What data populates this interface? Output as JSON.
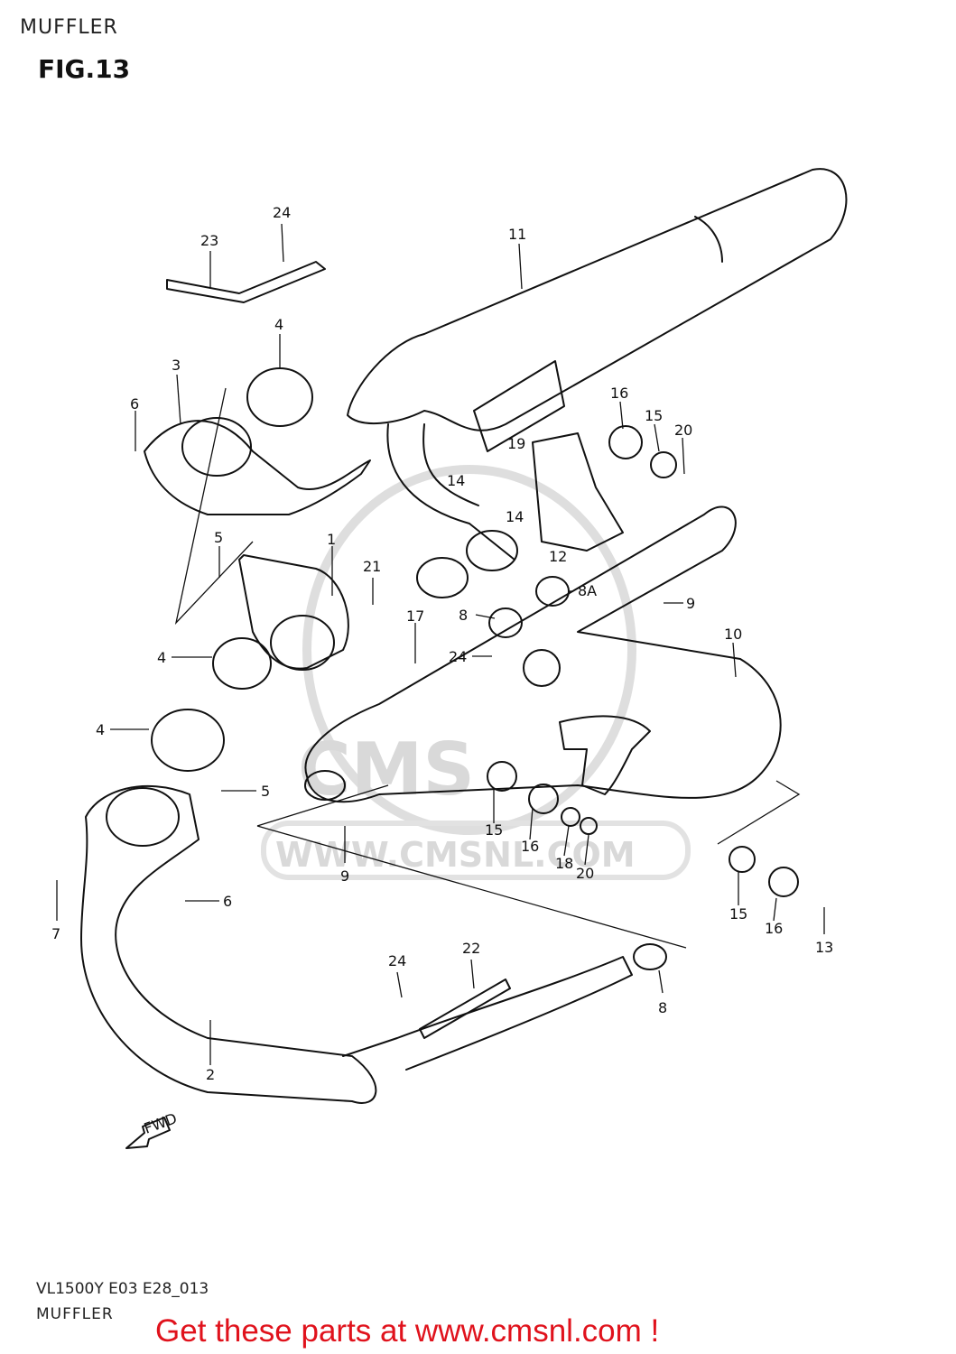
{
  "header": {
    "section_title": "MUFFLER",
    "figure_label": "FIG.13"
  },
  "watermark": {
    "brand": "CMS",
    "url": "WWW.CMSNL.COM"
  },
  "direction_marker": {
    "label": "FWD"
  },
  "footer": {
    "model_code": "VL1500Y E03 E28_013",
    "section_title": "MUFFLER",
    "call_to_action": "Get these parts at www.cmsnl.com !"
  },
  "callouts": {
    "c24a": "24",
    "c23": "23",
    "c11": "11",
    "c4a": "4",
    "c3": "3",
    "c6a": "6",
    "c16a": "16",
    "c15a": "15",
    "c20a": "20",
    "c19": "19",
    "c14a": "14",
    "c14b": "14",
    "c12": "12",
    "c5a": "5",
    "c1": "1",
    "c21": "21",
    "c8a": "8A",
    "c9a": "9",
    "c8b": "8",
    "c17": "17",
    "c24b": "24",
    "c10": "10",
    "c4b": "4",
    "c4c": "4",
    "c5b": "5",
    "c15b": "15",
    "c16b": "16",
    "c18": "18",
    "c20b": "20",
    "c9b": "9",
    "c6b": "6",
    "c7": "7",
    "c15c": "15",
    "c16c": "16",
    "c13": "13",
    "c24c": "24",
    "c22": "22",
    "c8c": "8",
    "c2": "2"
  },
  "colors": {
    "ink": "#111111",
    "cta_red": "#e0121c",
    "watermark_gray": "#d9d9d9"
  }
}
